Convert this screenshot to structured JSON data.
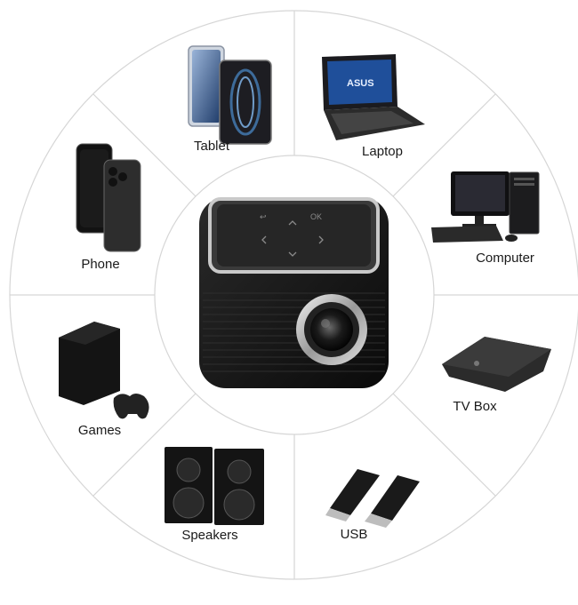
{
  "center": {
    "device": "mini-projector",
    "touch_panel": {
      "back_glyph": "↩",
      "ok_label": "OK"
    }
  },
  "segments": [
    {
      "key": "tablet",
      "label": "Tablet",
      "icon": "tablet-icon"
    },
    {
      "key": "laptop",
      "label": "Laptop",
      "icon": "laptop-icon",
      "brand_text": "ASUS"
    },
    {
      "key": "computer",
      "label": "Computer",
      "icon": "desktop-computer-icon"
    },
    {
      "key": "tvbox",
      "label": "TV Box",
      "icon": "tv-box-icon"
    },
    {
      "key": "usb",
      "label": "USB",
      "icon": "usb-drive-icon"
    },
    {
      "key": "speakers",
      "label": "Speakers",
      "icon": "speakers-icon"
    },
    {
      "key": "games",
      "label": "Games",
      "icon": "game-console-icon"
    },
    {
      "key": "phone",
      "label": "Phone",
      "icon": "smartphone-icon"
    }
  ],
  "colors": {
    "ring_line": "#d6d6d6",
    "device_body": "#111111",
    "label_text": "#1a1a1a"
  }
}
